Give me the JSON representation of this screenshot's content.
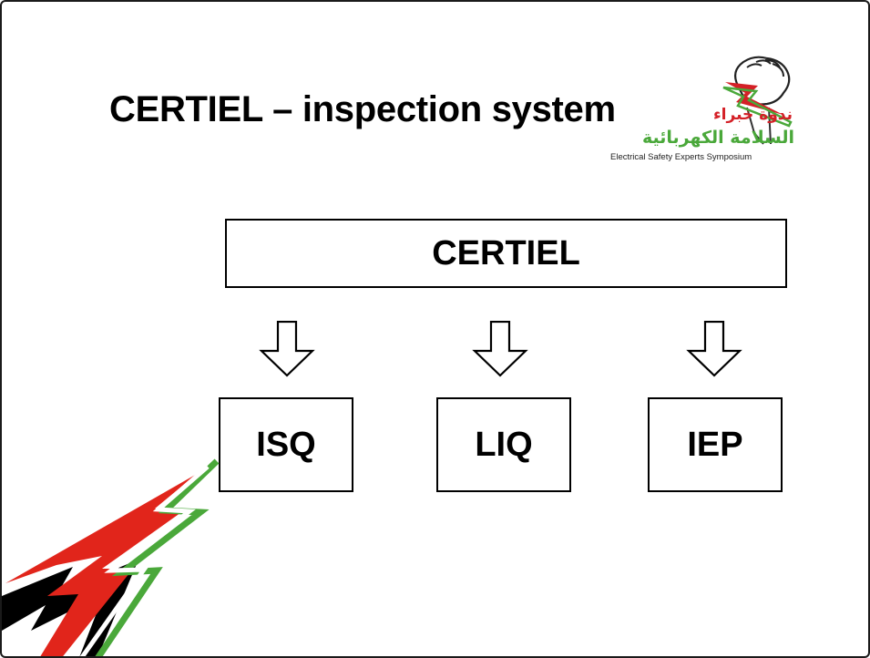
{
  "slide": {
    "title": "CERTIEL – inspection system"
  },
  "logo": {
    "arabic_line1": "ندوة خبراء",
    "arabic_line2": "السلامة الكهربائية",
    "english": "Electrical Safety Experts Symposium",
    "colors": {
      "red": "#d42027",
      "green": "#4aa83a"
    },
    "icon": "fist-lightning-icon"
  },
  "diagram": {
    "root": "CERTIEL",
    "children": [
      "ISQ",
      "LIQ",
      "IEP"
    ],
    "arrow_icon": "down-arrow-outline-icon"
  },
  "decoration": {
    "icon": "lightning-bolt-icon",
    "colors": {
      "red": "#e1251b",
      "green": "#4aa83a",
      "black": "#000000"
    }
  }
}
